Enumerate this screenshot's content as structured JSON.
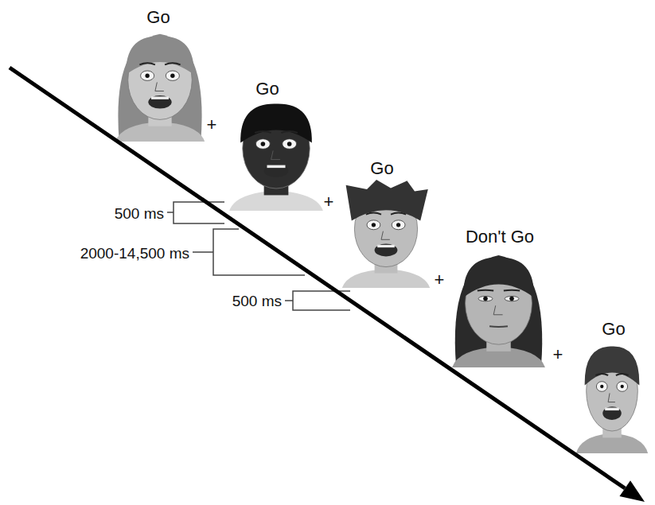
{
  "diagram": {
    "labels": [
      "Go",
      "+",
      "Go",
      "+",
      "Go",
      "+",
      "Don't Go",
      "+",
      "Go",
      "500 ms",
      "2000-14,500 ms",
      "500 ms"
    ]
  }
}
